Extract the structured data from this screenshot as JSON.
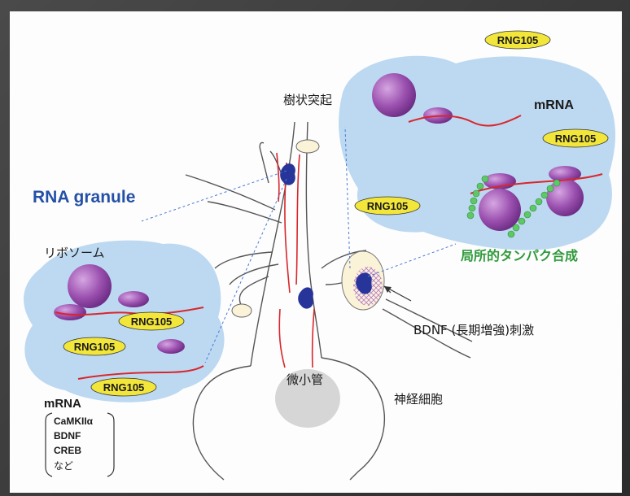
{
  "labels": {
    "dendrite": "樹状突起",
    "rna_granule": "RNA granule",
    "ribosome": "リボソーム",
    "mrna_top": "mRNA",
    "mrna_bottom": "mRNA",
    "microtubule": "微小管",
    "neuron": "神経細胞",
    "local_synthesis": "局所的タンパク合成",
    "bdnf_stimulus": "BDNF (長期増強)刺激"
  },
  "rng_badges": [
    "RNG105",
    "RNG105",
    "RNG105",
    "RNG105",
    "RNG105",
    "RNG105"
  ],
  "mrna_list": [
    "CaMKIIα",
    "BDNF",
    "CREB",
    "など"
  ],
  "colors": {
    "granule_fill": "#bcd9f1",
    "ribosome": "#9a4fae",
    "mrna_strand": "#d9262c",
    "badge_fill": "#f3e63a",
    "granule_dot": "#27349a",
    "protein_chain": "#5ec866",
    "title_blue": "#2450a6",
    "green_text": "#2f9a3b",
    "nucleus": "#d6d6d6"
  }
}
